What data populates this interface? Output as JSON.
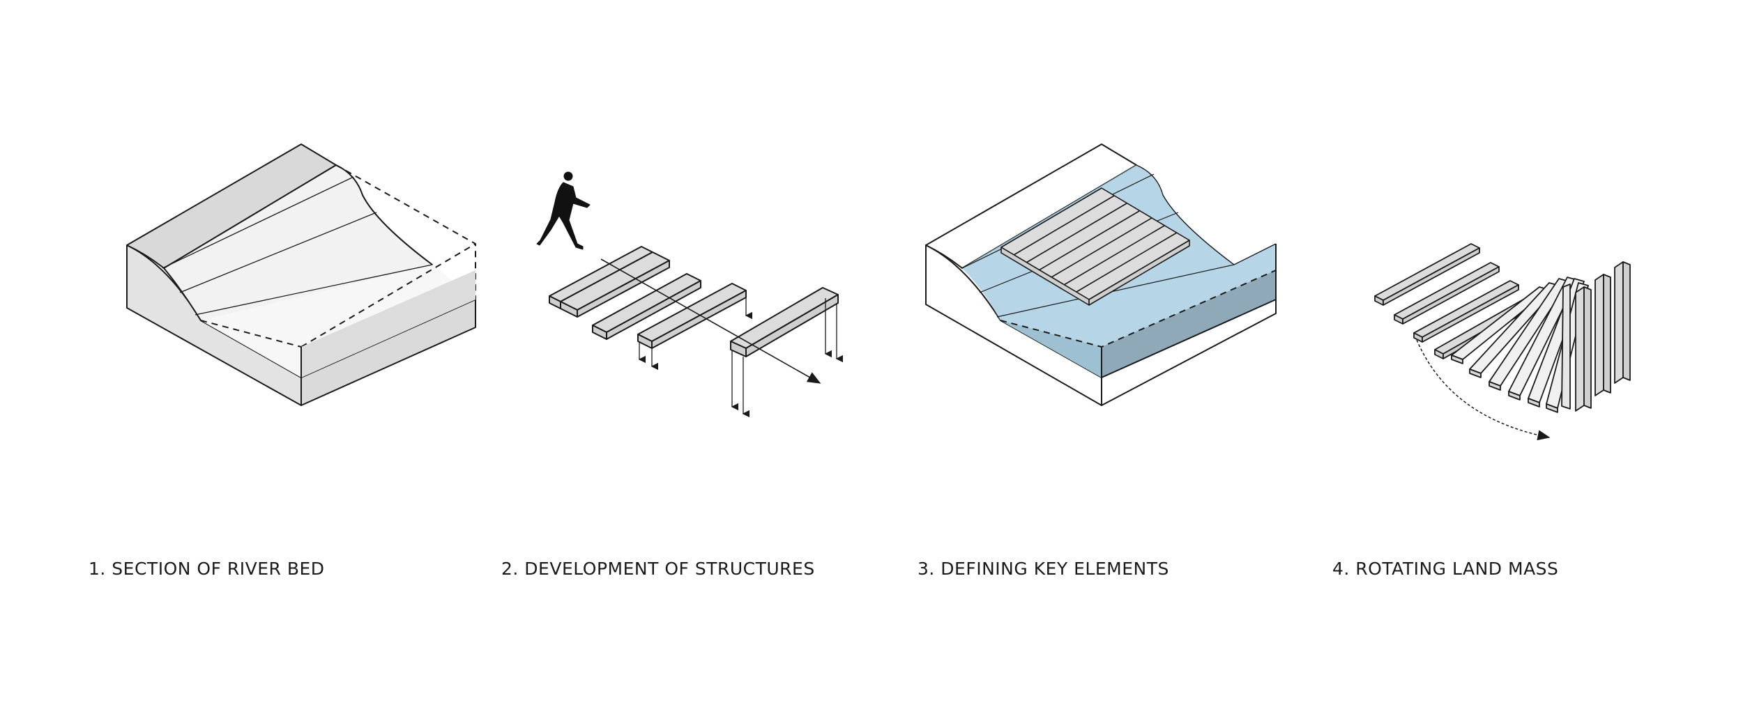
{
  "captions": [
    "1. SECTION OF RIVER BED",
    "2. DEVELOPMENT OF STRUCTURES",
    "3. DEFINING KEY ELEMENTS",
    "4. ROTATING LAND MASS"
  ],
  "colors": {
    "line": "#1a1a1a",
    "slab_fill": "#dcdcdc",
    "side_fill": "#e3e3e3",
    "water": "#a9cfe3",
    "water_deep": "#8fa9b8"
  }
}
